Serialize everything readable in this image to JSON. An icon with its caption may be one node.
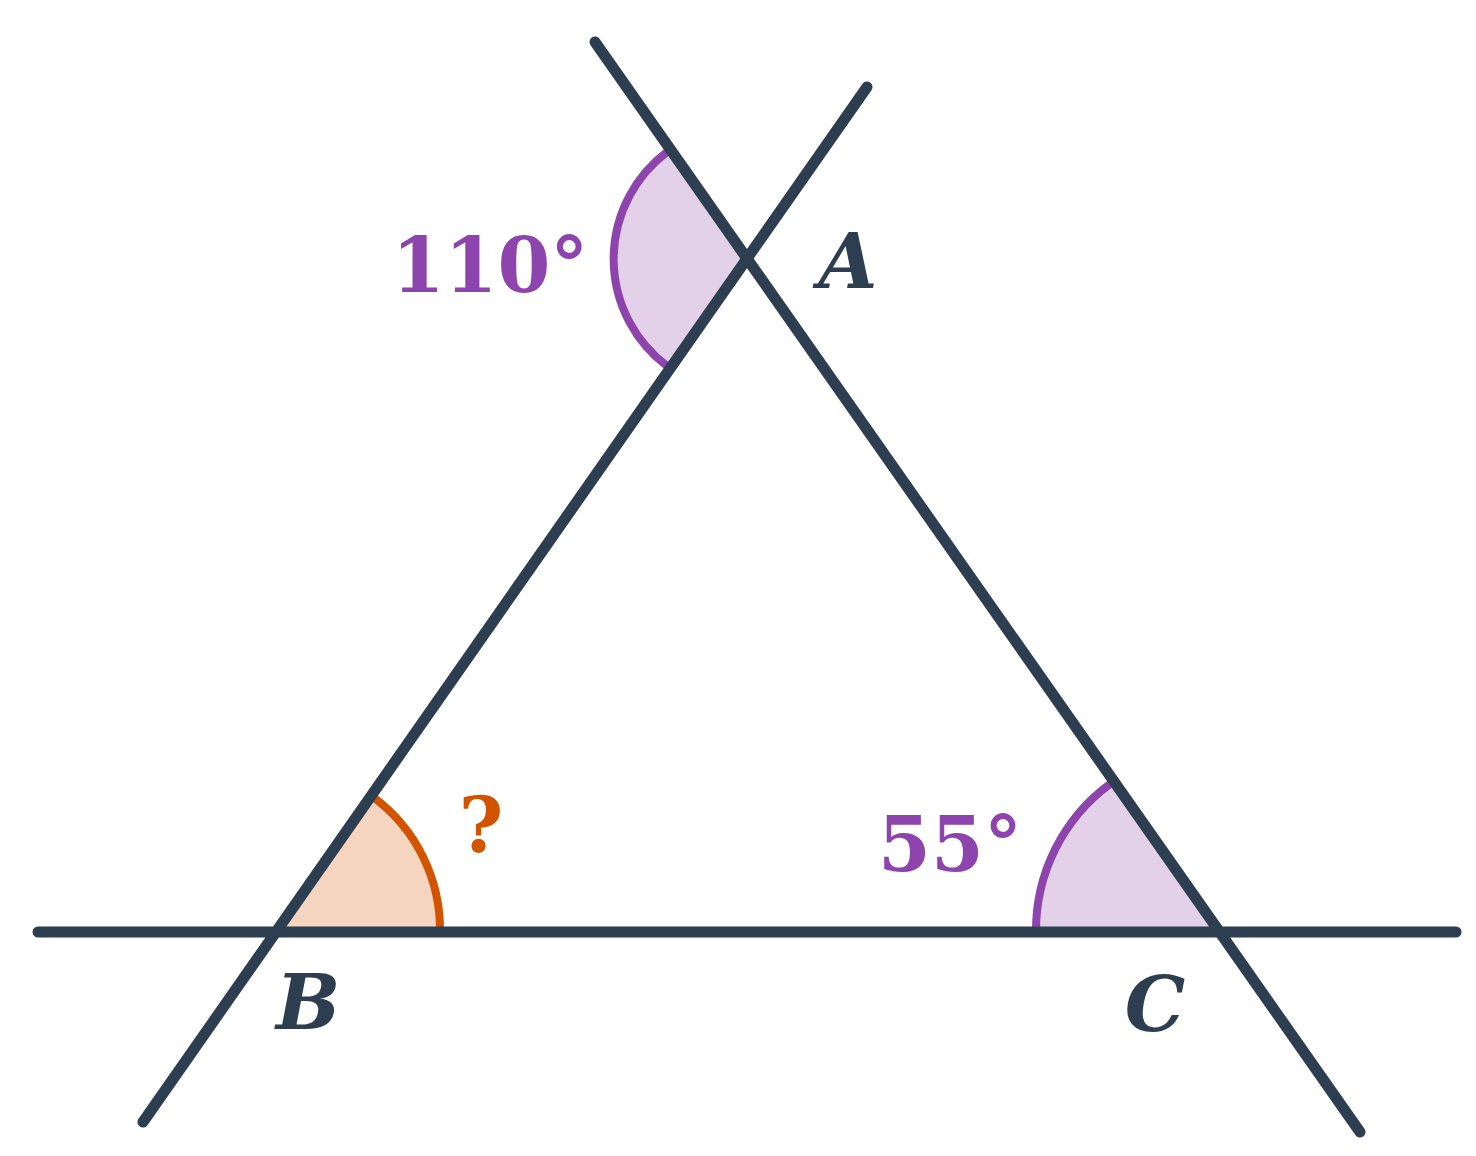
{
  "diagram": {
    "labels": [
      "110°",
      "A",
      "?",
      "55°",
      "B",
      "C"
    ]
  }
}
